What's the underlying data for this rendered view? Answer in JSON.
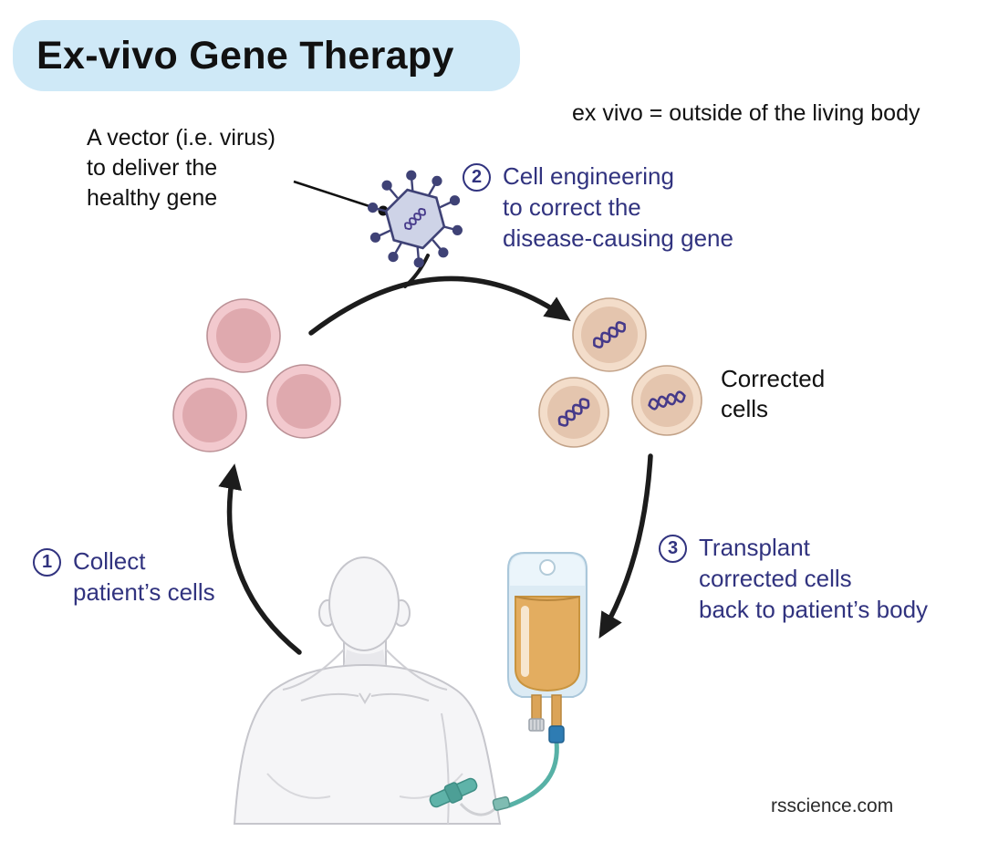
{
  "title": "Ex-vivo Gene Therapy",
  "definition": "ex vivo = outside of the living body",
  "vector_label": {
    "lines": [
      "A vector (i.e. virus)",
      "to deliver the",
      "healthy gene"
    ]
  },
  "steps": [
    {
      "number": "1",
      "lines": [
        "Collect",
        "patient’s cells"
      ]
    },
    {
      "number": "2",
      "lines": [
        "Cell engineering",
        "to correct the",
        "disease-causing gene"
      ]
    },
    {
      "number": "3",
      "lines": [
        "Transplant",
        "corrected cells",
        "back to patient’s body"
      ]
    }
  ],
  "corrected_cells_label": {
    "lines": [
      "Corrected",
      "cells"
    ]
  },
  "watermark": "rsscience.com",
  "colors": {
    "title_bg": "#cfe9f7",
    "step_text": "#31337f",
    "body_text": "#111111",
    "arrow": "#1c1c1c",
    "patient_cell_outer": "#f2c9ce",
    "patient_cell_inner": "#dfa9ae",
    "corrected_cell_outer": "#f3ddca",
    "corrected_cell_inner": "#e4c5ae",
    "dna": "#463a8a",
    "virus_fill": "#ced3e7",
    "virus_stroke": "#3f4276",
    "iv_bag_plastic": "#dcebf4",
    "iv_fluid": "#e3ad60",
    "iv_tube_teal": "#57b1a6",
    "figure_fill": "#f5f5f7"
  },
  "icons": {
    "virus-icon": "hexagon capsid with spike dots and dna strand",
    "patient-cells-icon": "three pink circles",
    "corrected-cells-icon": "three tan circles with dna strands",
    "dna-icon": "double-helix squiggle",
    "iv-bag-icon": "blue bag with amber fluid, hole and two ports",
    "iv-catheter-icon": "teal butterfly catheter on forearm",
    "patient-figure": "light gray human bust",
    "arrow-icon": "thick black curved arrow"
  }
}
